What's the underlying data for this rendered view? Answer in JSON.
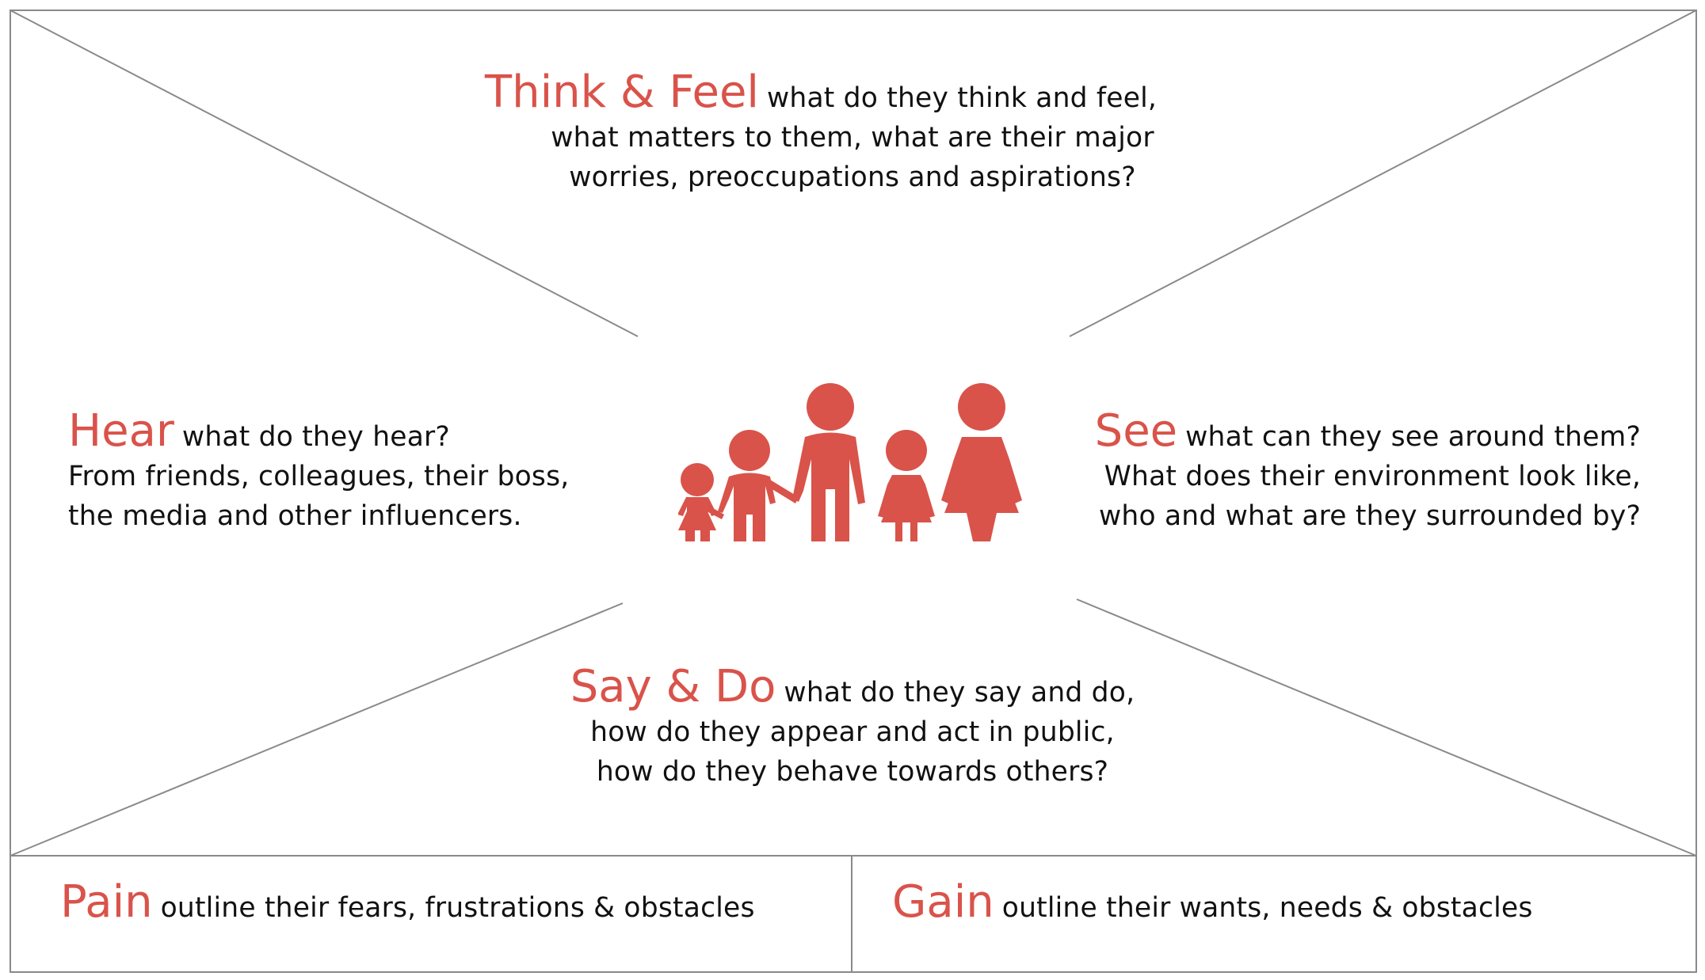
{
  "accent_color": "#d9534a",
  "line_color": "#8a8a8a",
  "center_icon": "family-icon",
  "sections": {
    "think_feel": {
      "heading": "Think & Feel",
      "lines": [
        "what do they think and feel,",
        "what matters to them, what are their major",
        "worries, preoccupations and aspirations?"
      ]
    },
    "hear": {
      "heading": "Hear",
      "lines": [
        "what do they hear?",
        "From friends, colleagues, their boss,",
        "the media and other influencers."
      ]
    },
    "see": {
      "heading": "See",
      "lines": [
        "what can they see around them?",
        "What does their environment look like,",
        "who and what are they surrounded by?"
      ]
    },
    "say_do": {
      "heading": "Say & Do",
      "lines": [
        "what do they say and do,",
        "how do they appear and act in public,",
        "how do they behave towards others?"
      ]
    },
    "pain": {
      "heading": "Pain",
      "text": "outline their fears, frustrations & obstacles"
    },
    "gain": {
      "heading": "Gain",
      "text": "outline their wants, needs & obstacles"
    }
  }
}
